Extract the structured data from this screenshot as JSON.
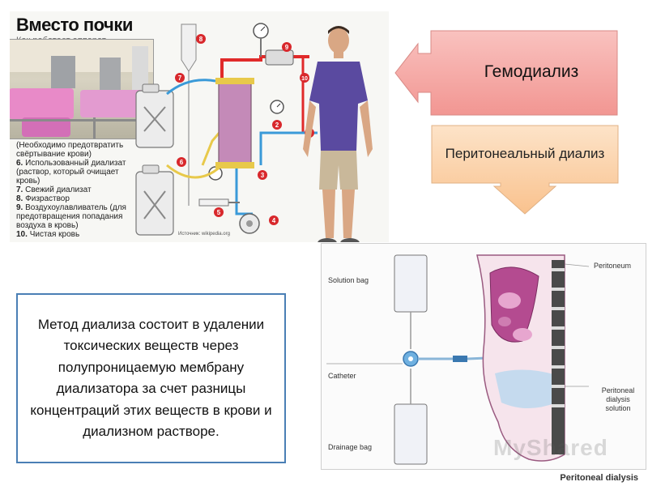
{
  "infographic": {
    "title": "Вместо почки",
    "subtitle": "Как работает аппарат",
    "legend": [
      {
        "text": "(Необходимо предотвратить"
      },
      {
        "text": "свёртывание крови)"
      },
      {
        "num": "6.",
        "text": "Использованный диализат (раствор, который очищает кровь)"
      },
      {
        "num": "7.",
        "text": "Свежий диализат"
      },
      {
        "num": "8.",
        "text": "Физраствор"
      },
      {
        "num": "9.",
        "text": "Воздухоулавливатель (для предотвращения попадания воздуха в кровь)"
      },
      {
        "num": "10.",
        "text": "Чистая кровь"
      }
    ],
    "source": "Источник: wikipedia.org",
    "badges": [
      "1",
      "2",
      "3",
      "4",
      "5",
      "6",
      "7",
      "8",
      "9",
      "10"
    ],
    "colors": {
      "red_line": "#e02a2a",
      "blue_line": "#3a9ad8",
      "badge": "#d8282c",
      "filter": "#c48ab8"
    }
  },
  "callouts": {
    "hemodialysis": "Гемодиализ",
    "peritoneal": "Перитонеальный диализ",
    "colors": {
      "hemo_fill": "#f4a3a0",
      "peri_fill": "#fbd0a8"
    }
  },
  "definition": {
    "text": "Метод диализа состоит в удалении токсических веществ через полупроницаемую мембрану диализатора за счет разницы концентраций этих веществ в крови и диализном растворе.",
    "border_color": "#4a7fb5"
  },
  "peritoneal_figure": {
    "labels": {
      "solution_bag": "Solution bag",
      "catheter": "Catheter",
      "drainage_bag": "Drainage bag",
      "peritoneum": "Peritoneum",
      "dialysis_solution": "Peritoneal dialysis solution"
    },
    "caption": "Peritoneal dialysis",
    "watermark": "MyShared"
  }
}
